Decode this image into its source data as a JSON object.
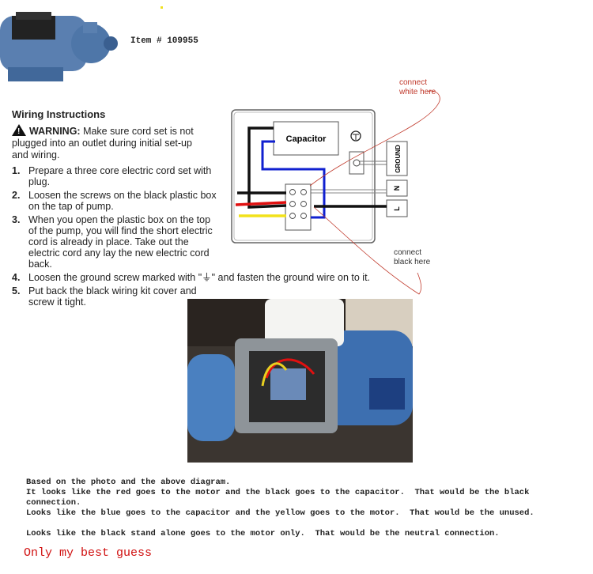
{
  "header": {
    "item_number": "Item # 109955"
  },
  "instructions": {
    "title": "Wiring Instructions",
    "warning_label": "WARNING:",
    "warning_text": "Make sure cord set is not plugged into an outlet during initial set-up and wiring.",
    "steps": [
      {
        "num": "1.",
        "text": "Prepare a three core electric cord set with plug."
      },
      {
        "num": "2.",
        "text": "Loosen the screws on the black plastic box on the tap of pump."
      },
      {
        "num": "3.",
        "text": "When you open the plastic box on the top of the pump, you will find the short electric cord is already in place. Take out the electric cord any lay the new electric cord back."
      },
      {
        "num": "4.",
        "text": "Loosen the ground screw marked with \"⏚\" and fasten the ground wire on to it."
      },
      {
        "num": "5.",
        "text": "Put back the black wiring kit cover and screw it tight."
      }
    ]
  },
  "diagram": {
    "capacitor": "Capacitor",
    "ground": "GROUND",
    "neutral": "N",
    "line": "L",
    "annotation_white_1": "connect",
    "annotation_white_2": "white here",
    "annotation_black_1": "connect",
    "annotation_black_2": "black here",
    "colors": {
      "black": "#111111",
      "red": "#e01010",
      "yellow": "#f2e21a",
      "blue": "#1020d0",
      "annotation": "#c0392b"
    }
  },
  "notes": {
    "lines": [
      "Based on the photo and the above diagram.",
      "It looks like the red goes to the motor and the black goes to the capacitor.  That would be the black",
      "connection.",
      "Looks like the blue goes to the capacitor and the yellow goes to the motor.  That would be the unused.",
      "",
      "Looks like the black stand alone goes to the motor only.  That would be the neutral connection."
    ],
    "closing": "Only my best guess"
  }
}
